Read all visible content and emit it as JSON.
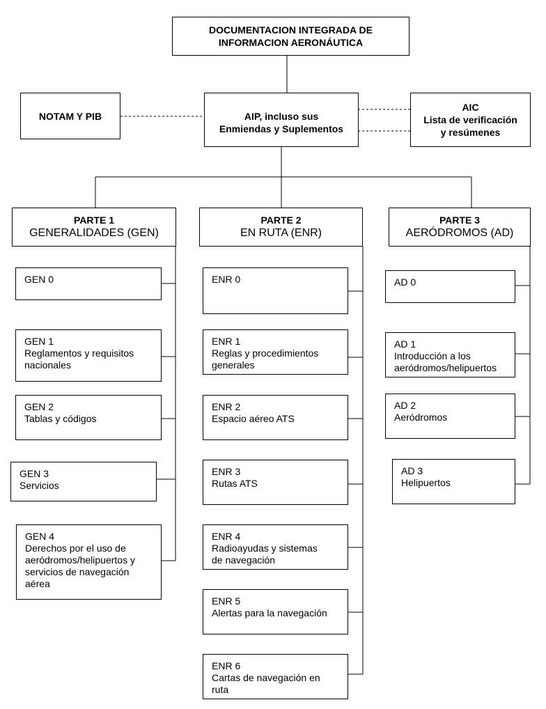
{
  "top": {
    "line1": "DOCUMENTACION INTEGRADA DE",
    "line2": "INFORMACION AERONÁUTICA"
  },
  "notam": "NOTAM Y PIB",
  "aip": {
    "line1": "AIP, incluso sus",
    "line2": "Enmiendas y Suplementos"
  },
  "aic": {
    "line1": "AIC",
    "line2": "Lista de verificación",
    "line3": "y resúmenes"
  },
  "parts": [
    {
      "title": "PARTE 1",
      "subtitle": "GENERALIDADES (GEN)",
      "items": [
        {
          "code": "GEN 0",
          "lines": []
        },
        {
          "code": "GEN 1",
          "lines": [
            "Reglamentos y requisitos",
            "nacionales"
          ]
        },
        {
          "code": "GEN 2",
          "lines": [
            "Tablas y códigos"
          ]
        },
        {
          "code": "GEN 3",
          "lines": [
            "Servicios"
          ]
        },
        {
          "code": "GEN 4",
          "lines": [
            "Derechos por el uso de",
            "aeródromos/helipuertos y",
            "servicios de navegación",
            "aérea"
          ]
        }
      ]
    },
    {
      "title": "PARTE 2",
      "subtitle": "EN RUTA (ENR)",
      "items": [
        {
          "code": "ENR 0",
          "lines": []
        },
        {
          "code": "ENR 1",
          "lines": [
            "Reglas y procedimientos",
            "generales"
          ]
        },
        {
          "code": "ENR 2",
          "lines": [
            "Espacio aéreo ATS"
          ]
        },
        {
          "code": "ENR 3",
          "lines": [
            "Rutas ATS"
          ]
        },
        {
          "code": "ENR 4",
          "lines": [
            "Radioayudas y sistemas",
            "de navegación"
          ]
        },
        {
          "code": "ENR 5",
          "lines": [
            "Alertas para la navegación"
          ]
        },
        {
          "code": "ENR 6",
          "lines": [
            "Cartas de navegación en",
            "ruta"
          ]
        }
      ]
    },
    {
      "title": "PARTE 3",
      "subtitle": "AERÓDROMOS (AD)",
      "items": [
        {
          "code": "AD 0",
          "lines": []
        },
        {
          "code": "AD 1",
          "lines": [
            "Introducción a los",
            "aeródromos/helipuertos"
          ]
        },
        {
          "code": "AD 2",
          "lines": [
            "Aeródromos"
          ]
        },
        {
          "code": "AD 3",
          "lines": [
            "Helipuertos"
          ]
        }
      ]
    }
  ]
}
